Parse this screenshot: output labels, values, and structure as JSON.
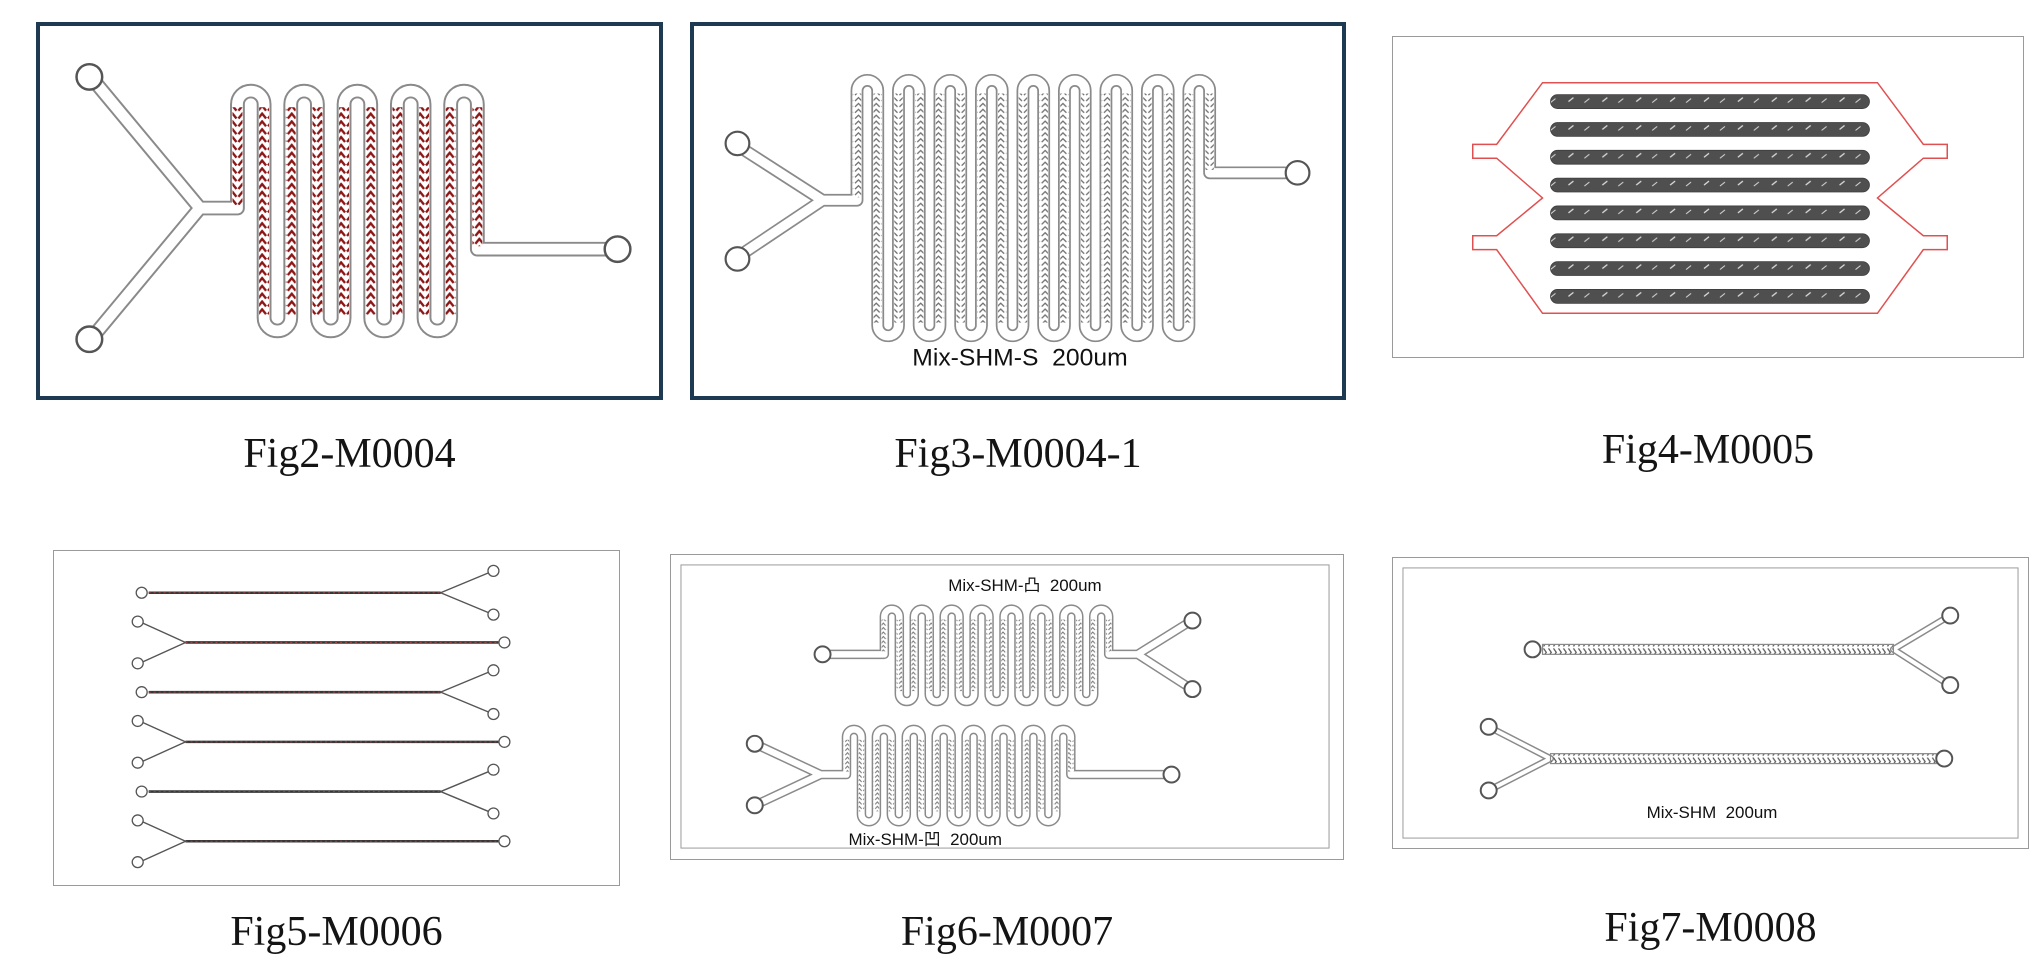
{
  "page": {
    "background": "#ffffff"
  },
  "figures": {
    "fig2": {
      "caption": "Fig2-M0004"
    },
    "fig3": {
      "caption": "Fig3-M0004-1",
      "label": "Mix-SHM-S  200um"
    },
    "fig4": {
      "caption": "Fig4-M0005"
    },
    "fig5": {
      "caption": "Fig5-M0006"
    },
    "fig6": {
      "caption": "Fig6-M0007",
      "label_top": "Mix-SHM-凸  200um",
      "label_bottom": "Mix-SHM-凹  200um"
    },
    "fig7": {
      "caption": "Fig7-M0008",
      "label": "Mix-SHM  200um"
    }
  },
  "colors": {
    "panel_border_dark": "#1e3a52",
    "panel_border_light": "#9a9a9a",
    "channel_outline": "#8a8a8a",
    "herringbone_red": "#8c1515",
    "herringbone_gray": "#6f6f6f",
    "manifold_red": "#e05050",
    "bar_fill": "#4f4f4f",
    "port_outline": "#555555",
    "text": "#141414"
  }
}
